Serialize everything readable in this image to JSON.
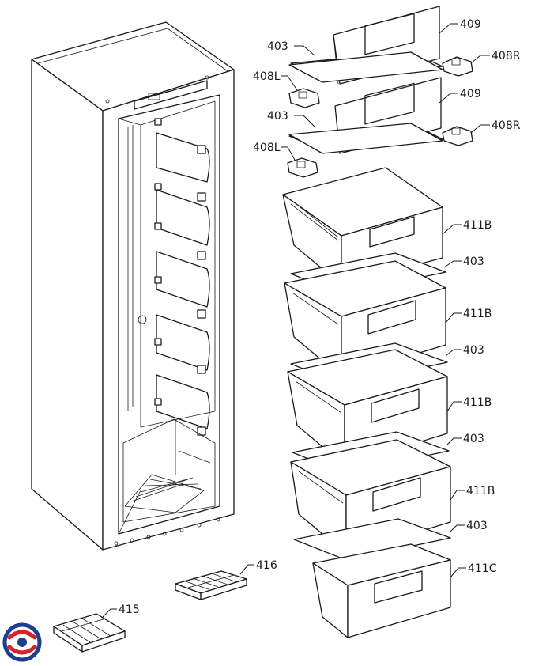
{
  "labels": {
    "p409a": "409",
    "p403a": "403",
    "p408Ra": "408R",
    "p408La": "408L",
    "p409b": "409",
    "p403b": "403",
    "p408Rb": "408R",
    "p408Lb": "408L",
    "p411B1": "411B",
    "p403c": "403",
    "p411B2": "411B",
    "p403d": "403",
    "p411B3": "411B",
    "p403e": "403",
    "p411B4": "411B",
    "p403f": "403",
    "p411C": "411C",
    "p416": "416",
    "p415": "415"
  },
  "colors": {
    "line": "#1a1a1a",
    "logo_red": "#d8232a",
    "logo_blue": "#1d3f8f"
  }
}
